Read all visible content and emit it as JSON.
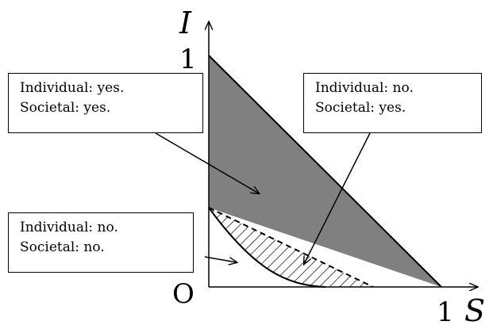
{
  "axes": {
    "y_label": "I",
    "x_label": "S",
    "origin_label": "O",
    "y_tick_label": "1",
    "x_tick_label": "1"
  },
  "regions": [
    {
      "individual": "Individual: yes.",
      "societal": "Societal: yes."
    },
    {
      "individual": "Individual: no.",
      "societal": "Societal: yes."
    },
    {
      "individual": "Individual: no.",
      "societal": "Societal: no."
    }
  ],
  "colors": {
    "dark_region": "#808080",
    "hatch": "#000000",
    "lines": "#000000"
  }
}
